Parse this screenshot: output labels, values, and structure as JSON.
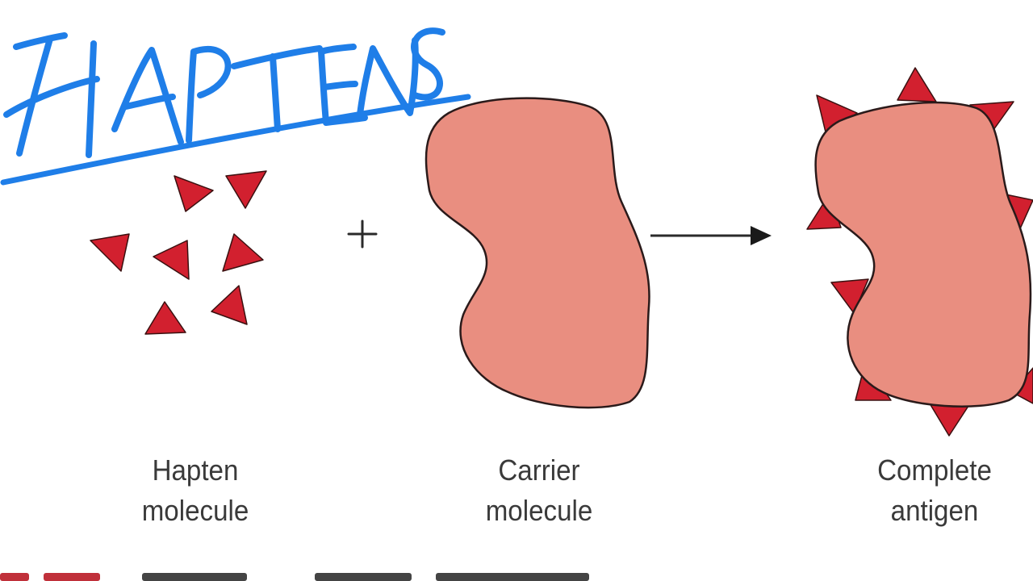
{
  "handwritten_title": "HAPTENS",
  "operator_plus": "+",
  "labels": {
    "hapten": [
      "Hapten",
      "molecule"
    ],
    "carrier": [
      "Carrier",
      "molecule"
    ],
    "antigen": [
      "Complete",
      "antigen"
    ]
  },
  "colors": {
    "annotation_ink": "#1f7ee8",
    "hapten_fill": "#d2202f",
    "carrier_fill": "#e98e80",
    "outline": "#2a1a1a",
    "label_text": "#3a3a3a",
    "caption_red": "#c0303a"
  },
  "icons": {
    "arrow": "right-arrow-icon",
    "plus": "plus-icon"
  }
}
